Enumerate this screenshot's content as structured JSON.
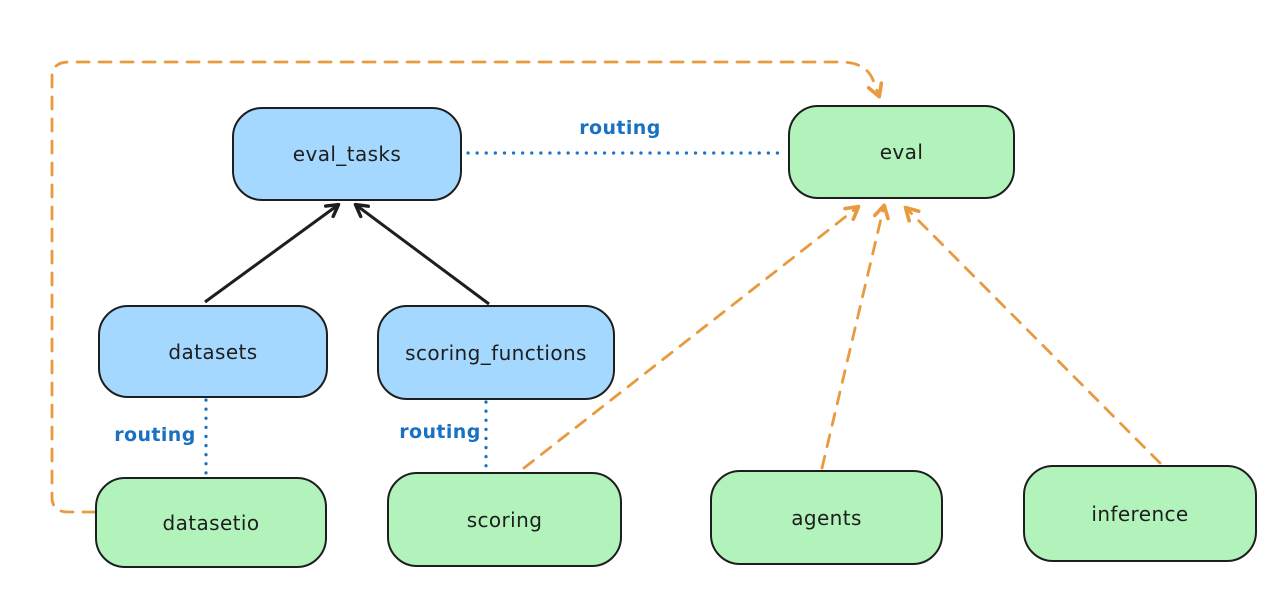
{
  "diagram": {
    "background": "#ffffff",
    "colors": {
      "node_stroke": "#1e1e1e",
      "blue_fill": "#a5d8ff",
      "green_fill": "#b2f2bb",
      "orange_dashed": "#e99a3f",
      "routing_blue": "#1971c2",
      "text": "#1e1e1e",
      "black_arrow": "#1e1e1e"
    },
    "nodes": {
      "eval_tasks": {
        "label": "eval_tasks",
        "fill": "blue"
      },
      "eval": {
        "label": "eval",
        "fill": "green"
      },
      "datasets": {
        "label": "datasets",
        "fill": "blue"
      },
      "scoring_functions": {
        "label": "scoring_functions",
        "fill": "blue"
      },
      "datasetio": {
        "label": "datasetio",
        "fill": "green"
      },
      "scoring": {
        "label": "scoring",
        "fill": "green"
      },
      "agents": {
        "label": "agents",
        "fill": "green"
      },
      "inference": {
        "label": "inference",
        "fill": "green"
      }
    },
    "edge_labels": {
      "eval_tasks_to_eval": "routing",
      "datasets_to_datasetio": "routing",
      "scoring_functions_to_scoring": "routing"
    },
    "edges": [
      {
        "from": "datasets",
        "to": "eval_tasks",
        "style": "solid",
        "color": "black",
        "arrow": true
      },
      {
        "from": "scoring_functions",
        "to": "eval_tasks",
        "style": "solid",
        "color": "black",
        "arrow": true
      },
      {
        "from": "eval_tasks",
        "to": "eval",
        "style": "dotted",
        "color": "blue",
        "arrow": false,
        "label": "routing"
      },
      {
        "from": "datasets",
        "to": "datasetio",
        "style": "dotted",
        "color": "blue",
        "arrow": false,
        "label": "routing"
      },
      {
        "from": "scoring_functions",
        "to": "scoring",
        "style": "dotted",
        "color": "blue",
        "arrow": false,
        "label": "routing"
      },
      {
        "from": "datasetio",
        "to": "eval",
        "style": "dashed",
        "color": "orange",
        "arrow": true,
        "route": "around-top-left"
      },
      {
        "from": "scoring",
        "to": "eval",
        "style": "dashed",
        "color": "orange",
        "arrow": true
      },
      {
        "from": "agents",
        "to": "eval",
        "style": "dashed",
        "color": "orange",
        "arrow": true
      },
      {
        "from": "inference",
        "to": "eval",
        "style": "dashed",
        "color": "orange",
        "arrow": true
      }
    ]
  }
}
